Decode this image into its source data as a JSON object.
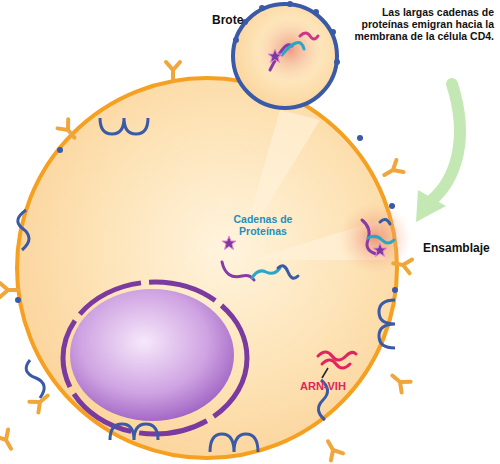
{
  "diagram": {
    "labels": [
      "Brote",
      "Las largas cadenas de proteínas emigran hacia la membrana de la célula CD4.",
      "Cadenas de Proteínas",
      "Ensamblaje",
      "ARN-VIH"
    ]
  }
}
